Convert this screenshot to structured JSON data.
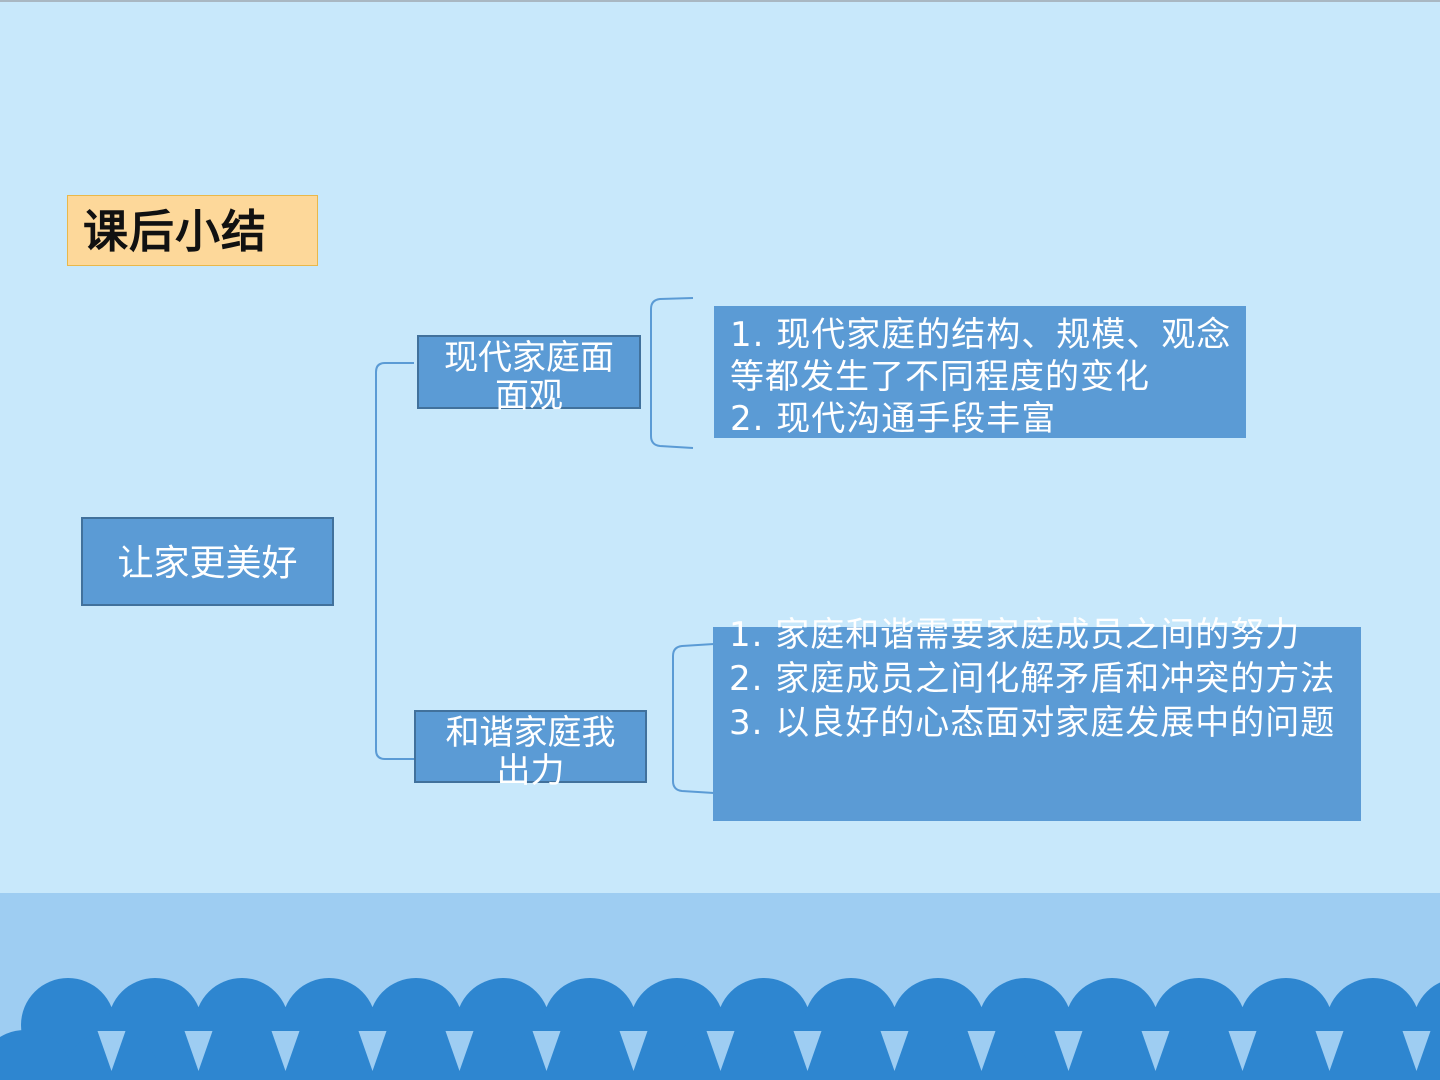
{
  "title": "课后小结",
  "root": "让家更美好",
  "branches": [
    {
      "label_lines": [
        "现代家庭面",
        "面观"
      ],
      "details": [
        "1. 现代家庭的结构、规模、观念等都发生了不同程度的变化",
        "2. 现代沟通手段丰富"
      ]
    },
    {
      "label_lines": [
        "和谐家庭我",
        "出力"
      ],
      "details": [
        "1. 家庭和谐需要家庭成员之间的努力",
        "2. 家庭成员之间化解矛盾和冲突的方法",
        "3. 以良好的心态面对家庭发展中的问题"
      ]
    }
  ],
  "colors": {
    "background": "#c8e8fb",
    "node_fill": "#5b9bd5",
    "node_border": "#41719c",
    "title_fill": "#fdd89a",
    "connector": "#5b9bd5",
    "wave_dark": "#2e86d0",
    "wave_band": "#9ecdf2"
  }
}
